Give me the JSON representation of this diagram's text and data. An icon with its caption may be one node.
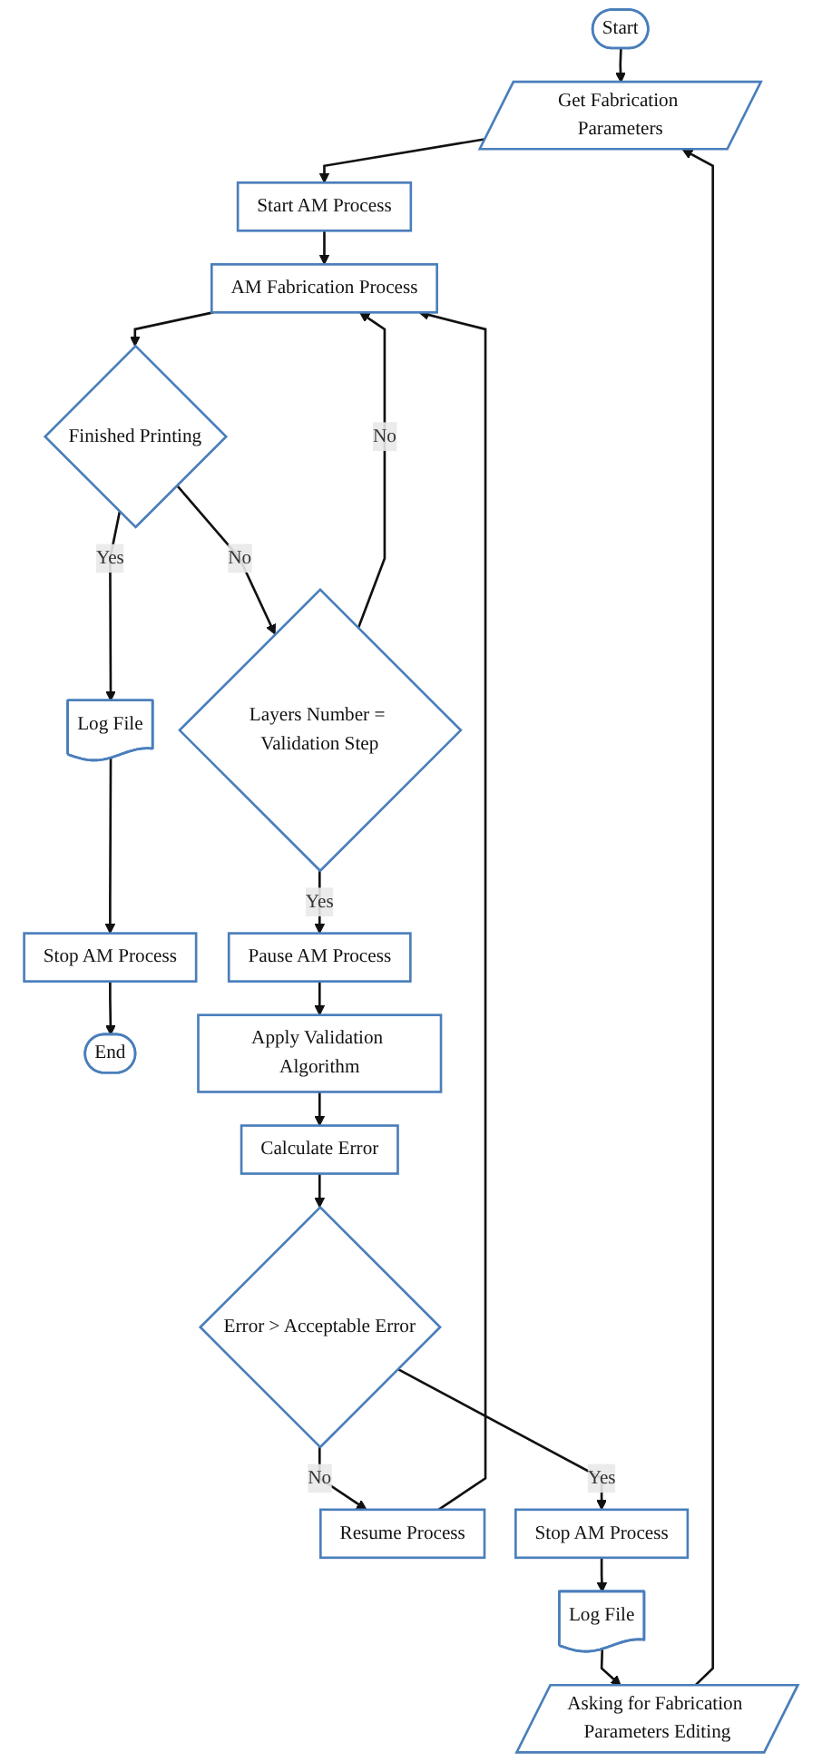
{
  "diagram": {
    "nodes": [
      {
        "text": [
          "Start"
        ]
      },
      {
        "text": [
          "Get Fabrication Parameters"
        ]
      },
      {
        "text": [
          "Start AM Process"
        ]
      },
      {
        "text": [
          "Resume Process"
        ]
      },
      {
        "text": [
          "AM Fabrication Process"
        ]
      },
      {
        "text": [
          "Finished Printing"
        ]
      },
      {
        "text": [
          "Layers Number = Validation Step"
        ]
      },
      {
        "text": [
          "Log File"
        ]
      },
      {
        "text": [
          "Stop AM Process"
        ]
      },
      {
        "text": [
          "End"
        ]
      },
      {
        "text": [
          "Pause AM Process"
        ]
      },
      {
        "text": [
          "Apply Validation Algorithm"
        ]
      },
      {
        "text": [
          "Calculate Error"
        ]
      },
      {
        "text": [
          "Error > Acceptable Error"
        ]
      },
      {
        "text": [
          "Stop AM Process"
        ]
      },
      {
        "text": [
          "Log File"
        ]
      },
      {
        "text": [
          "Asking for Fabrication Parameters Editing"
        ]
      }
    ],
    "edges": [
      {
        "from": 0,
        "to": 1,
        "arrow": "to"
      },
      {
        "from": 1,
        "to": 2,
        "arrow": "to"
      },
      {
        "from": 2,
        "to": 4,
        "arrow": "to"
      },
      {
        "from": 3,
        "to": 4,
        "arrow": "to"
      },
      {
        "from": 4,
        "to": 5,
        "arrow": "to"
      },
      {
        "from": 5,
        "to": 6,
        "label": "No",
        "arrow": "to"
      },
      {
        "from": 5,
        "to": 7,
        "label": "Yes",
        "arrow": "to"
      },
      {
        "from": 7,
        "to": 8,
        "arrow": "to"
      },
      {
        "from": 8,
        "to": 9,
        "arrow": "to"
      },
      {
        "from": 6,
        "to": 4,
        "label": "No",
        "arrow": "to"
      },
      {
        "from": 6,
        "to": 10,
        "label": "Yes",
        "arrow": "to"
      },
      {
        "from": 10,
        "to": 11,
        "arrow": "to"
      },
      {
        "from": 11,
        "to": 12,
        "arrow": "to"
      },
      {
        "from": 12,
        "to": 13,
        "arrow": "to"
      },
      {
        "from": 13,
        "to": 3,
        "label": "No",
        "arrow": "to"
      },
      {
        "from": 13,
        "to": 14,
        "label": "Yes",
        "arrow": "to"
      },
      {
        "from": 14,
        "to": 15,
        "arrow": "to"
      },
      {
        "from": 15,
        "to": 16,
        "arrow": "to"
      },
      {
        "from": 16,
        "to": 1,
        "arrow": "to"
      }
    ]
  }
}
